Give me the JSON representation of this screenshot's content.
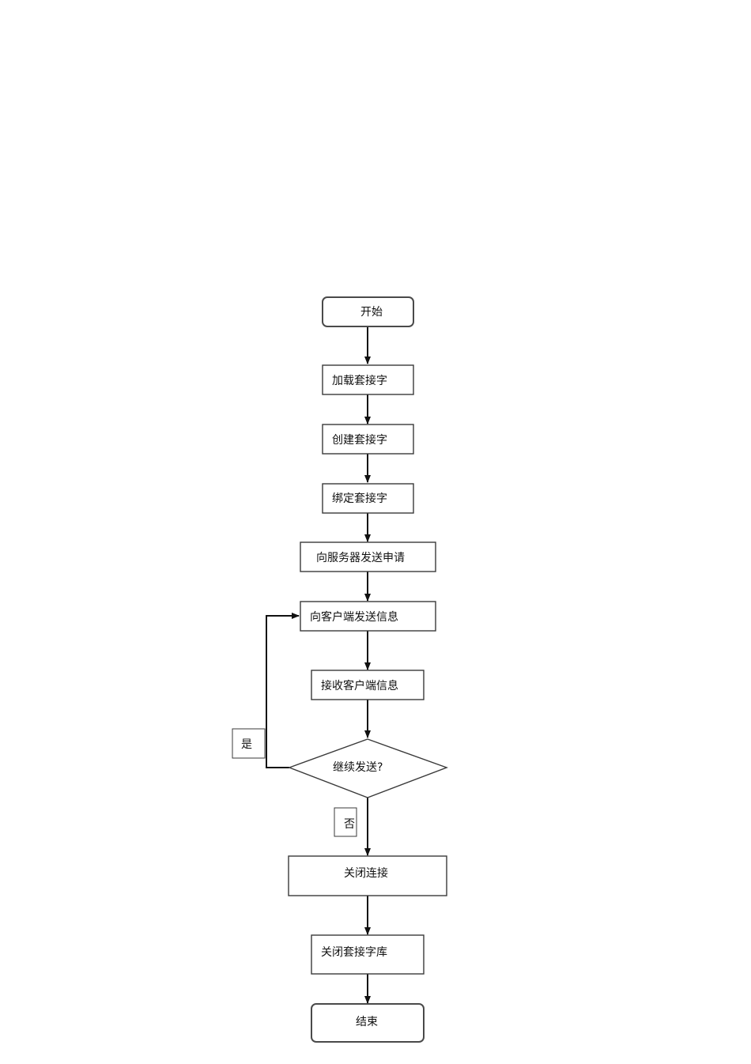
{
  "flowchart": {
    "nodes": {
      "start": "开始",
      "load_socket": "加载套接字",
      "create_socket": "创建套接字",
      "bind_socket": "绑定套接字",
      "send_request": "向服务器发送申请",
      "send_to_client": "向客户端发送信息",
      "receive_from_client": "接收客户端信息",
      "continue_send": "继续发送?",
      "close_connection": "关闭连接",
      "close_socket_lib": "关闭套接字库",
      "end": "结束"
    },
    "edge_labels": {
      "yes": "是",
      "no": "否"
    }
  }
}
